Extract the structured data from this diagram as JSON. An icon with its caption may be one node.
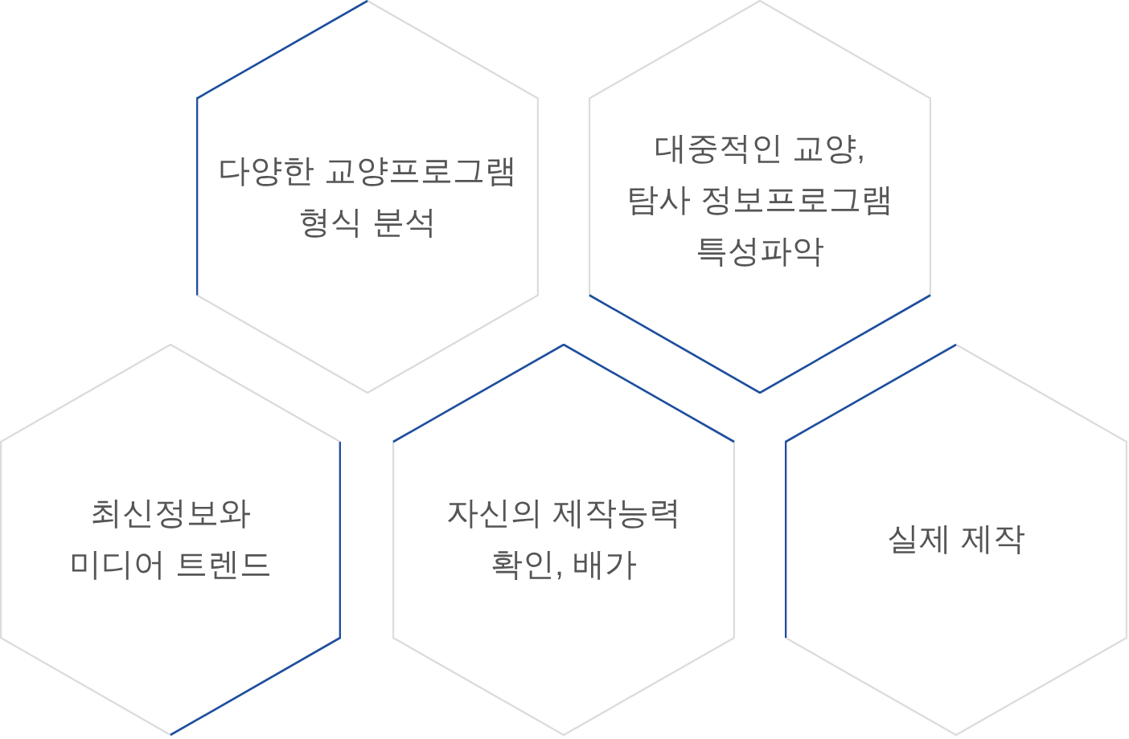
{
  "diagram": {
    "nodes": [
      {
        "text": [
          "다양한 교양프로그램 형식 분석"
        ]
      },
      {
        "text": [
          "대중적인 교양, 탐사 정보프로그램 특성파악"
        ]
      },
      {
        "text": [
          "최신정보와 미디어 트렌드"
        ]
      },
      {
        "text": [
          "자신의 제작능력 확인, 배가"
        ]
      },
      {
        "text": [
          "실제 제작"
        ]
      }
    ]
  }
}
